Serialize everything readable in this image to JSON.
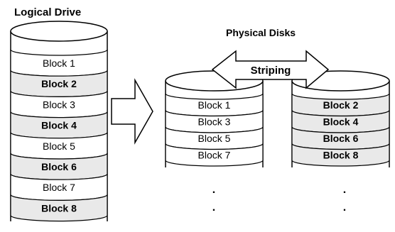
{
  "titles": {
    "logical": "Logical Drive",
    "physical": "Physical Disks"
  },
  "striping_label": "Striping",
  "logical_drive": {
    "blocks": [
      "Block 1",
      "Block 2",
      "Block 3",
      "Block 4",
      "Block 5",
      "Block 6",
      "Block 7",
      "Block 8"
    ]
  },
  "disk_a": {
    "blocks": [
      "Block 1",
      "Block 3",
      "Block 5",
      "Block 7"
    ],
    "continuation": ". ."
  },
  "disk_b": {
    "blocks": [
      "Block 2",
      "Block 4",
      "Block 6",
      "Block 8"
    ],
    "continuation": ". ."
  },
  "colors": {
    "outline": "#000000",
    "shaded_block": "#e9e9e9",
    "plain_block": "#ffffff"
  }
}
